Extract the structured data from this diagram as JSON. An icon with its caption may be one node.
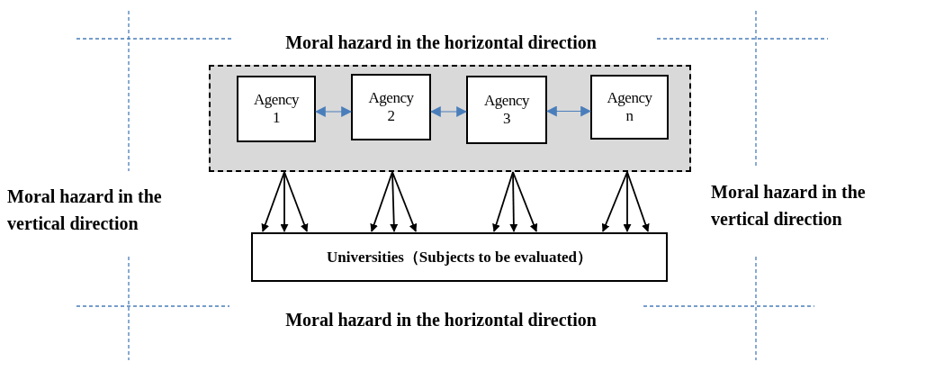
{
  "diagram": {
    "nodes": [
      {
        "text": [],
        "shape": "box"
      },
      {
        "text": [
          "Agency 1"
        ],
        "in": 0
      },
      {
        "text": [
          "Agency 2"
        ],
        "in": 0
      },
      {
        "text": [
          "Agency 3"
        ],
        "in": 0
      },
      {
        "text": [
          "Agency n"
        ],
        "in": 0
      },
      {
        "text": [
          "Universities（Subjects to be evaluated）"
        ]
      }
    ],
    "edges": [
      {
        "from": 1,
        "to": 2,
        "arrow": "both",
        "color": "#4a7ebb"
      },
      {
        "from": 2,
        "to": 3,
        "arrow": "both",
        "color": "#4a7ebb"
      },
      {
        "from": 3,
        "to": 4,
        "arrow": "both",
        "color": "#4a7ebb"
      },
      {
        "from": 0,
        "to": 5,
        "arrow": "to"
      },
      {
        "from": 0,
        "to": 5,
        "arrow": "to"
      },
      {
        "from": 0,
        "to": 5,
        "arrow": "to"
      },
      {
        "from": 0,
        "to": 5,
        "arrow": "to"
      },
      {
        "from": 0,
        "to": 5,
        "arrow": "to"
      },
      {
        "from": 0,
        "to": 5,
        "arrow": "to"
      },
      {
        "from": 0,
        "to": 5,
        "arrow": "to"
      },
      {
        "from": 0,
        "to": 5,
        "arrow": "to"
      },
      {
        "from": 0,
        "to": 5,
        "arrow": "to"
      },
      {
        "from": 0,
        "to": 5,
        "arrow": "to"
      },
      {
        "from": 0,
        "to": 5,
        "arrow": "to"
      },
      {
        "from": 0,
        "to": 5,
        "arrow": "to"
      }
    ],
    "labels": [
      "Moral hazard in the horizontal direction",
      "Moral hazard in the vertical direction",
      "Moral hazard in the vertical direction",
      "Moral hazard in the horizontal direction"
    ]
  }
}
